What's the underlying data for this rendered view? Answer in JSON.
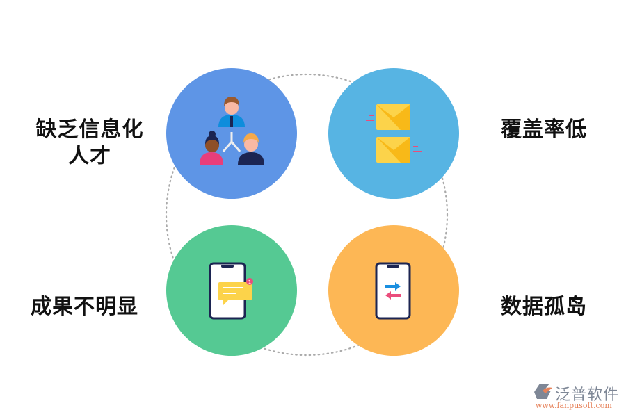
{
  "items": [
    {
      "label": "缺乏信息化人才",
      "line1": "缺乏信息化",
      "line2": "人才",
      "color": "#5e95e6",
      "icon": "team-hierarchy-icon"
    },
    {
      "label": "覆盖率低",
      "color": "#57b4e3",
      "icon": "envelopes-icon"
    },
    {
      "label": "成果不明显",
      "color": "#55c993",
      "icon": "phone-message-icon"
    },
    {
      "label": "数据孤岛",
      "color": "#fdb755",
      "icon": "phone-transfer-icon"
    }
  ],
  "logo": {
    "name": "泛普软件",
    "url": "www.fanpusoft.com"
  },
  "badge": "1"
}
